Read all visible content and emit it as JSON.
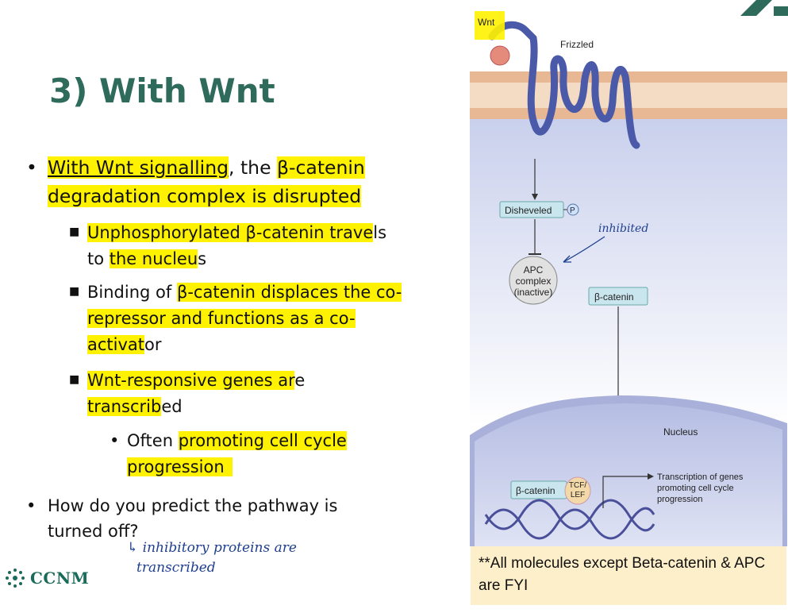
{
  "title": "3) With Wnt",
  "bullets": {
    "b1_line1_hl": "With Wnt signalling",
    "b1_line1_rest": ", the ",
    "b1_line1_hl2": "β-catenin",
    "b1_line2": "degradation complex is disrupted",
    "s1_line1_hl": "Unphosphorylated β-catenin trave",
    "s1_line1_rest": "ls",
    "s1_line2_pre": "to ",
    "s1_line2_hl": "the nucleu",
    "s1_line2_post": "s",
    "s2_line1_pre": "Binding of ",
    "s2_line1_hl": "β-catenin displaces the co-",
    "s2_line2": "repressor and functions as a co-",
    "s2_line3_hl": "activat",
    "s2_line3_post": "or",
    "s3_line1_hl": "Wnt-responsive genes ar",
    "s3_line1_post": "e",
    "s3_line2_hl": "transcrib",
    "s3_line2_post": "ed",
    "t1_line1_pre": "Often ",
    "t1_line1_hl": "promoting cell cycle",
    "t1_line2_hl": "progression",
    "b2_line1": "How do you predict the pathway is",
    "b2_line2": "turned off?"
  },
  "handwriting": {
    "answer_line1": "↳ inhibitory proteins are",
    "answer_line2": "transcribed",
    "inhibited": "inhibited"
  },
  "logo": {
    "text": "CCNM"
  },
  "figure": {
    "wnt": "Wnt",
    "frizzled": "Frizzled",
    "disheveled": "Disheveled",
    "phospho": "P",
    "apc_line1": "APC",
    "apc_line2": "complex",
    "apc_line3": "(inactive)",
    "beta_catenin_cyto": "β-catenin",
    "nucleus": "Nucleus",
    "beta_catenin_nuc": "β-catenin",
    "tcf_line1": "TCF/",
    "tcf_line2": "LEF",
    "transcription_line1": "Transcription of genes",
    "transcription_line2": "promoting cell cycle",
    "transcription_line3": "progression"
  },
  "fyi_note": "**All molecules except Beta-catenin & APC are FYI",
  "colors": {
    "title": "#2f6b5b",
    "highlight": "#fff200",
    "handwriting": "#1f3f8f",
    "membrane_blue": "#4a5aa8",
    "fyi_box": "#fdefc9"
  }
}
